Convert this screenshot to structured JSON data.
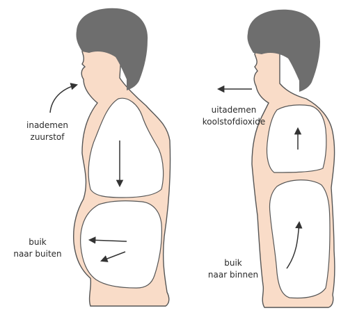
{
  "labels": {
    "inhale_line1": "inademen",
    "inhale_line2": "zuurstof",
    "abdomen_out_line1": "buik",
    "abdomen_out_line2": "naar buiten",
    "exhale_line1": "uitademen",
    "exhale_line2": "koolstofdioxide",
    "abdomen_in_line1": "buik",
    "abdomen_in_line2": "naar binnen"
  },
  "colors": {
    "body": "#f9dcc8",
    "outline": "#555555",
    "hair": "#6e6e6e",
    "cavity": "#ffffff",
    "arrow": "#333333"
  }
}
